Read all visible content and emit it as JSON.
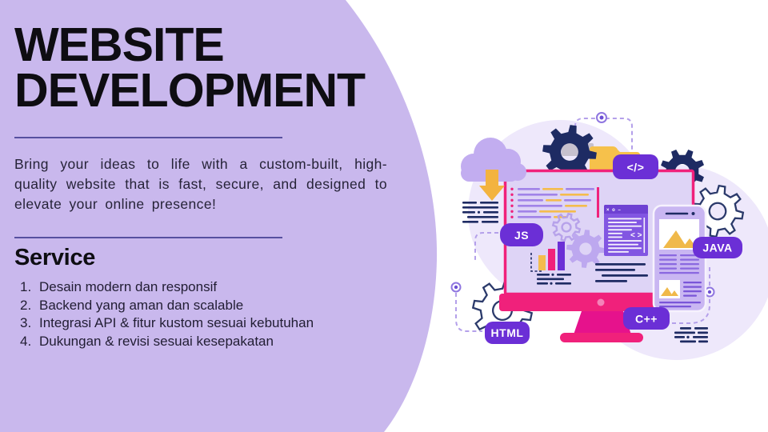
{
  "panel": {
    "title_line1": "WEBSITE",
    "title_line2": "DEVELOPMENT",
    "intro": "Bring your ideas to life with a custom-built, high-quality website that is fast, secure, and designed to elevate your online presence!",
    "service_heading": "Service",
    "services": [
      {
        "num": "1.",
        "label": "Desain modern dan responsif"
      },
      {
        "num": "2.",
        "label": "Backend yang aman dan scalable"
      },
      {
        "num": "3.",
        "label": "Integrasi API & fitur kustom sesuai kebutuhan"
      },
      {
        "num": "4.",
        "label": "Dukungan & revisi sesuai kesepakatan"
      }
    ]
  },
  "illustration": {
    "badges": {
      "code": "</>",
      "js": "JS",
      "java": "JAVA",
      "html": "HTML",
      "cpp": "C++"
    },
    "code_window": {
      "controls": "× o –",
      "snippet_glyph": "< >"
    },
    "icons": [
      "cloud-download-icon",
      "gear-icon",
      "folder-icon",
      "monitor-icon",
      "code-window-icon",
      "smartphone-icon",
      "bar-chart-icon",
      "text-lines-icon",
      "image-placeholder-icon"
    ]
  },
  "colors": {
    "panel_background": "#c9b8ed",
    "heading_text": "#0e0d12",
    "body_text": "#262338",
    "divider": "#57509f",
    "badge_purple": "#6b2fd6",
    "monitor_pink": "#f0217b",
    "stand_magenta": "#e6128c",
    "gear_navy": "#1e2b63",
    "accent_yellow": "#f4bc4d",
    "screen_lavender": "#ded4f6",
    "backdrop_circle": "#eee8fb",
    "code_line_purple": "#a183e8",
    "code_window_purple": "#8256e2",
    "cloud_purple": "#c2adf0",
    "dashed_line": "#b4a0ea"
  }
}
